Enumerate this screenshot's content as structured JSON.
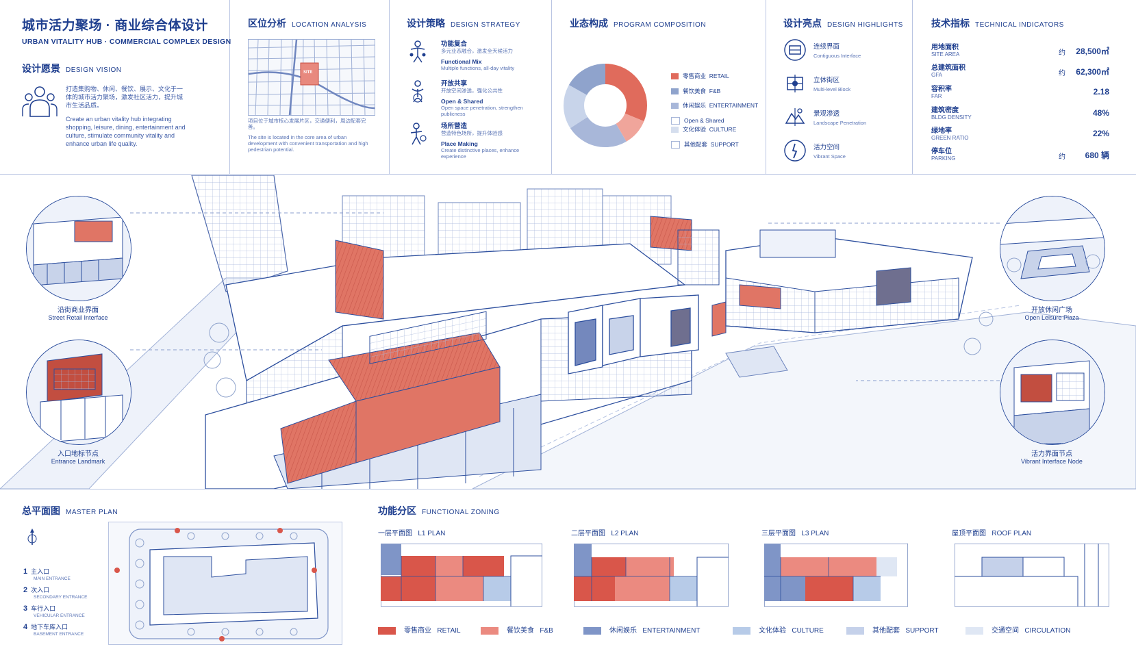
{
  "header": {
    "title_cn": "城市活力聚场 · 商业综合体设计",
    "title_en": "URBAN VITALITY HUB · COMMERCIAL COMPLEX DESIGN"
  },
  "vision": {
    "title_cn": "设计愿景",
    "title_en": "DESIGN VISION",
    "text_cn": "打造集购物、休闲、餐饮、展示、文化于一体的城市活力聚场，激发社区活力，提升城市生活品质。",
    "text_en": "Create an urban vitality hub integrating shopping, leisure, dining, entertainment and culture, stimulate community vitality and enhance urban life quality."
  },
  "location": {
    "title_cn": "区位分析",
    "title_en": "LOCATION ANALYSIS",
    "site_label": "SITE",
    "text_cn": "项目位于城市核心发展片区，交通便利，周边配套完善。",
    "text_en": "The site is located in the core area of urban development with convenient transportation and high pedestrian potential."
  },
  "strategy": {
    "title_cn": "设计策略",
    "title_en": "DESIGN STRATEGY",
    "items": [
      {
        "cn": "功能复合",
        "cn_sub": "多元业态融合，激发全天候活力",
        "en": "Functional Mix",
        "en_sub": "Multiple functions, all-day vitality",
        "icon": "people-mix-icon"
      },
      {
        "cn": "开放共享",
        "cn_sub": "开放空间渗透，强化公共性",
        "en": "Open & Shared",
        "en_sub": "Open space penetration, strengthen publicness",
        "icon": "open-shared-icon"
      },
      {
        "cn": "场所营造",
        "cn_sub": "营造特色场所，提升体验感",
        "en": "Place Making",
        "en_sub": "Create distinctive places, enhance experience",
        "icon": "place-making-icon"
      }
    ]
  },
  "program": {
    "title_cn": "业态构成",
    "title_en": "PROGRAM COMPOSITION",
    "legend": [
      {
        "cn": "零售商业",
        "en": "RETAIL",
        "color": "#e06b5c"
      },
      {
        "cn": "餐饮美食",
        "en": "F&B",
        "color": "#8fa3cc"
      },
      {
        "cn": "休闲娱乐",
        "en": "ENTERTAINMENT",
        "color": "#a8b7d9"
      },
      {
        "cn": "",
        "en": "Open & Shared",
        "color": "#ffffff"
      },
      {
        "cn": "文化体验",
        "en": "CULTURE",
        "color": "#d5deee"
      },
      {
        "cn": "其他配套",
        "en": "SUPPORT",
        "color": "#ffffff"
      }
    ]
  },
  "highlights": {
    "title_cn": "设计亮点",
    "title_en": "DESIGN HIGHLIGHTS",
    "items": [
      {
        "cn": "连续界面",
        "en": "Contiguous Interface",
        "icon": "interface-icon"
      },
      {
        "cn": "立体街区",
        "en": "Multi-level Block",
        "icon": "multi-level-icon"
      },
      {
        "cn": "景观渗透",
        "en": "Landscape Penetration",
        "icon": "landscape-icon"
      },
      {
        "cn": "活力空间",
        "en": "Vibrant Space",
        "icon": "vibrant-icon"
      }
    ]
  },
  "indicators": {
    "title_cn": "技术指标",
    "title_en": "TECHNICAL INDICATORS",
    "rows": [
      {
        "cn": "用地面积",
        "en": "SITE AREA",
        "pre": "约",
        "value": "28,500㎡"
      },
      {
        "cn": "总建筑面积",
        "en": "GFA",
        "pre": "约",
        "value": "62,300㎡"
      },
      {
        "cn": "容积率",
        "en": "FAR",
        "pre": "",
        "value": "2.18"
      },
      {
        "cn": "建筑密度",
        "en": "BLDG DENSITY",
        "pre": "",
        "value": "48%"
      },
      {
        "cn": "绿地率",
        "en": "GREEN RATIO",
        "pre": "",
        "value": "22%"
      },
      {
        "cn": "停车位",
        "en": "PARKING",
        "pre": "约",
        "value": "680 辆"
      }
    ]
  },
  "details": [
    {
      "cn": "沿街商业界面",
      "en": "Street Retail Interface"
    },
    {
      "cn": "入口地标节点",
      "en": "Entrance Landmark"
    },
    {
      "cn": "开放休闲广场",
      "en": "Open Leisure Plaza"
    },
    {
      "cn": "活力界面节点",
      "en": "Vibrant Interface Node"
    }
  ],
  "masterplan": {
    "title_cn": "总平面图",
    "title_en": "MASTER PLAN",
    "entrances": [
      {
        "num": "1",
        "cn": "主入口",
        "en": "MAIN ENTRANCE"
      },
      {
        "num": "2",
        "cn": "次入口",
        "en": "SECONDARY ENTRANCE"
      },
      {
        "num": "3",
        "cn": "车行入口",
        "en": "VEHICULAR ENTRANCE"
      },
      {
        "num": "4",
        "cn": "地下车库入口",
        "en": "BASEMENT ENTRANCE"
      }
    ]
  },
  "zoning": {
    "title_cn": "功能分区",
    "title_en": "FUNCTIONAL ZONING",
    "plans": [
      {
        "cn": "一层平面图",
        "en": "L1 PLAN"
      },
      {
        "cn": "二层平面图",
        "en": "L2 PLAN"
      },
      {
        "cn": "三层平面图",
        "en": "L3 PLAN"
      },
      {
        "cn": "屋顶平面图",
        "en": "ROOF PLAN"
      }
    ],
    "legend": [
      {
        "cn": "零售商业",
        "en": "RETAIL",
        "color": "#d9564a"
      },
      {
        "cn": "餐饮美食",
        "en": "F&B",
        "color": "#eb8a80"
      },
      {
        "cn": "休闲娱乐",
        "en": "ENTERTAINMENT",
        "color": "#7f95c7"
      },
      {
        "cn": "文化体验",
        "en": "CULTURE",
        "color": "#b7cbe8"
      },
      {
        "cn": "其他配套",
        "en": "SUPPORT",
        "color": "#c5d1ea"
      },
      {
        "cn": "交通空间",
        "en": "CIRCULATION",
        "color": "#dfe7f4"
      }
    ]
  }
}
